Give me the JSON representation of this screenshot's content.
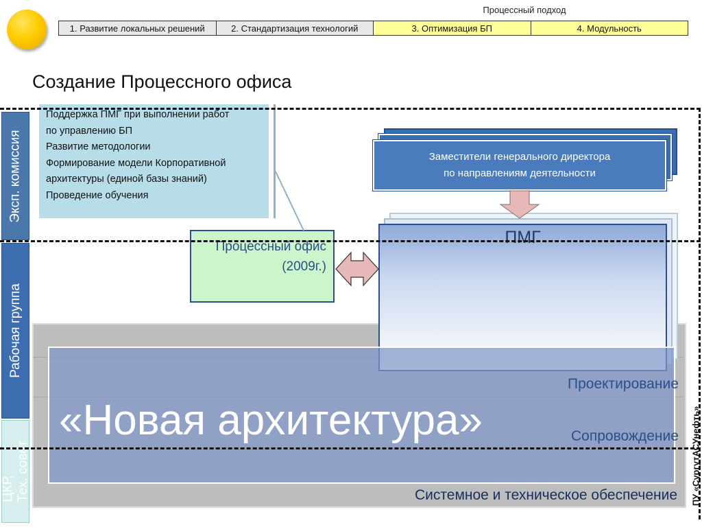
{
  "header": {
    "approach_title": "Процессный подход",
    "steps": [
      "1. Развитие локальных решений",
      "2. Стандартизация технологий",
      "3. Оптимизация БП",
      "4. Модульность"
    ]
  },
  "title": "Создание Процессного офиса",
  "left_labels": {
    "expert": "Эксп. комиссия",
    "working": "Рабочая группа",
    "center_line1": "ЦКР,",
    "center_line2": "Тех. совет"
  },
  "support": {
    "lines": [
      "Поддержка ПМГ при выполнении работ",
      "по управлению БП",
      "Развитие методологии",
      "Формирование модели Корпоративной",
      "архитектуры (единой базы знаний)",
      "Проведение обучения"
    ]
  },
  "deputies": {
    "line1": "Заместители генерального директора",
    "line2": "по направлениям деятельности"
  },
  "pmg": "ПМГ",
  "office": {
    "line1": "Процессный офис",
    "line2": "(2009г.)"
  },
  "architecture": {
    "main": "«Новая архитектура»",
    "design": "Проектирование",
    "support": "Сопровождение",
    "systems": "Системное и техническое обеспечение"
  },
  "org": "ПУ «СургутАСУнефть»",
  "colors": {
    "sun": "#ffcc00",
    "step_active": "#ffff99",
    "step_inactive": "#e8e8e8",
    "blue_dark": "#3b6eb0",
    "office_fill": "#ccf5cc",
    "support_fill": "#b7dde8",
    "arrow_fill": "#e6b8b7"
  }
}
